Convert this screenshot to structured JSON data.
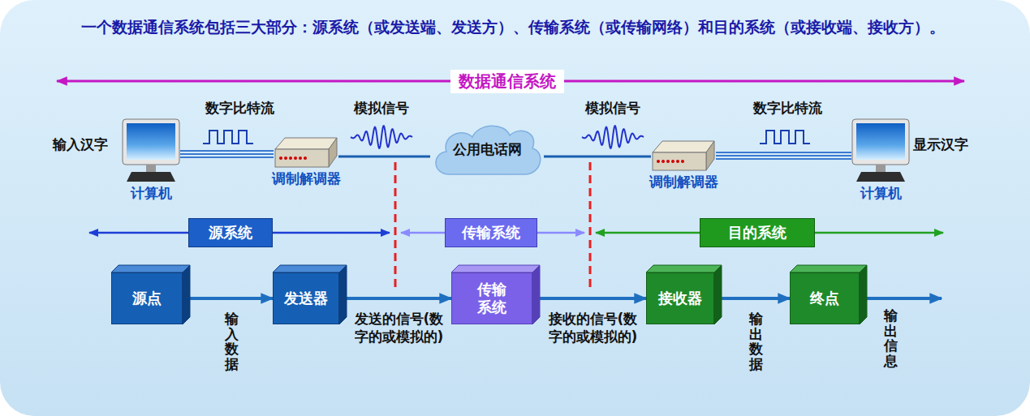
{
  "diagram": {
    "title": "一个数据通信系统包括三大部分：源系统（或发送端、发送方）、传输系统（或传输网络）和目的系统（或接收端、接收方）。",
    "nodes": [
      {
        "text": [
          "计算机"
        ]
      },
      {
        "text": [
          "调制解调器"
        ]
      },
      {
        "text": [
          "公用电话网"
        ]
      },
      {
        "text": [
          "调制解调器"
        ]
      },
      {
        "text": [
          "计算机"
        ]
      },
      {
        "text": [
          "源系统"
        ]
      },
      {
        "text": [
          "传输系统"
        ]
      },
      {
        "text": [
          "目的系统"
        ]
      },
      {
        "text": [
          "源点"
        ]
      },
      {
        "text": [
          "发送器"
        ]
      },
      {
        "text": [
          "传输系统"
        ]
      },
      {
        "text": [
          "接收器"
        ]
      },
      {
        "text": [
          "终点"
        ]
      }
    ],
    "edges": [
      {
        "from": 0,
        "to": 1,
        "arrow": "none"
      },
      {
        "from": 1,
        "to": 2,
        "arrow": "none"
      },
      {
        "from": 2,
        "to": 3,
        "arrow": "none"
      },
      {
        "from": 3,
        "to": 4,
        "arrow": "none"
      },
      {
        "from": 8,
        "to": 9,
        "label": "输入数据",
        "arrow": "to"
      },
      {
        "from": 9,
        "to": 10,
        "label": "发送的信号(数字的或模拟的)",
        "arrow": "to"
      },
      {
        "from": 10,
        "to": 11,
        "label": "接收的信号(数字的或模拟的)",
        "arrow": "to"
      },
      {
        "from": 11,
        "to": 12,
        "label": "输出数据",
        "arrow": "to"
      }
    ],
    "labels": [
      "数据通信系统",
      "输入汉字",
      "数字比特流",
      "模拟信号",
      "模拟信号",
      "数字比特流",
      "显示汉字",
      "输出信息"
    ]
  }
}
